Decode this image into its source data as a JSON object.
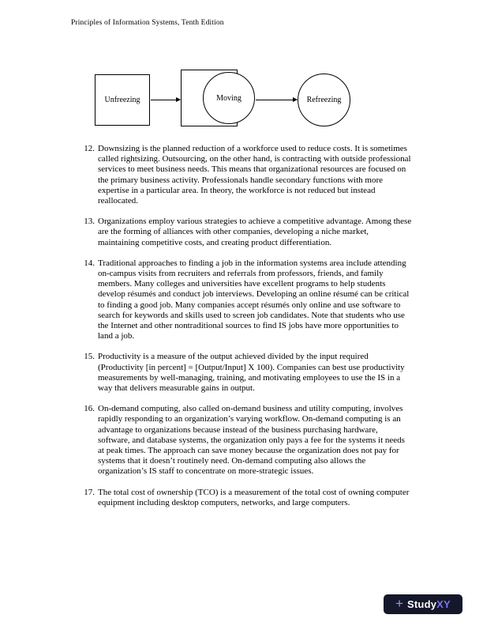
{
  "header": {
    "title": "Principles of Information Systems, Tenth Edition"
  },
  "diagram": {
    "stages": [
      {
        "label": "Unfreezing",
        "shape": "rectangle"
      },
      {
        "label": "Moving",
        "shape": "rectangle-with-circle"
      },
      {
        "label": "Refreezing",
        "shape": "circle"
      }
    ]
  },
  "items": [
    {
      "number": "12.",
      "text": "Downsizing is the planned reduction of a workforce used to reduce costs. It is sometimes called rightsizing. Outsourcing, on the other hand, is contracting with outside professional services to meet business needs. This means that organizational resources are focused on the primary business activity. Professionals handle secondary functions with more expertise in a particular area. In theory, the workforce is not reduced but instead reallocated."
    },
    {
      "number": "13.",
      "text": "Organizations employ various strategies to achieve a competitive advantage. Among these are the forming of alliances with other companies, developing a niche market, maintaining competitive costs, and creating product differentiation."
    },
    {
      "number": "14.",
      "text": "Traditional approaches to finding a job in the information systems area include attending on-campus visits from recruiters and referrals from professors, friends, and family members. Many colleges and universities have excellent programs to help students develop résumés and conduct job interviews. Developing an online résumé can be critical to finding a good job. Many companies accept résumés only online and use software to search for keywords and skills used to screen job candidates. Note that students who use the Internet and other nontraditional sources to find IS jobs have more opportunities to land a job."
    },
    {
      "number": "15.",
      "text": "Productivity is a measure of the output achieved divided by the input required (Productivity [in percent] = [Output/Input] X 100). Companies can best use productivity measurements by well-managing, training, and motivating employees to use the IS in a way that delivers measurable gains in output."
    },
    {
      "number": "16.",
      "text": "On-demand computing, also called on-demand business and utility computing, involves rapidly responding to an organization’s varying workflow. On-demand computing is an advantage to organizations because instead of the business purchasing hardware, software, and database systems, the organization only pays a fee for the systems it needs at peak times. The approach can save money because the organization does not pay for systems that it doesn’t routinely need. On-demand computing also allows the organization’s IS staff to concentrate on more-strategic issues."
    },
    {
      "number": "17.",
      "text": "The total cost of ownership (TCO) is a measurement of the total cost of owning computer equipment including desktop computers, networks, and large computers."
    }
  ],
  "footer": {
    "logo": {
      "icon_glyph": "+",
      "text_primary": "Study",
      "text_accent": "XY",
      "accent_color": "#7a74f2",
      "bg_color": "#14182a"
    }
  }
}
